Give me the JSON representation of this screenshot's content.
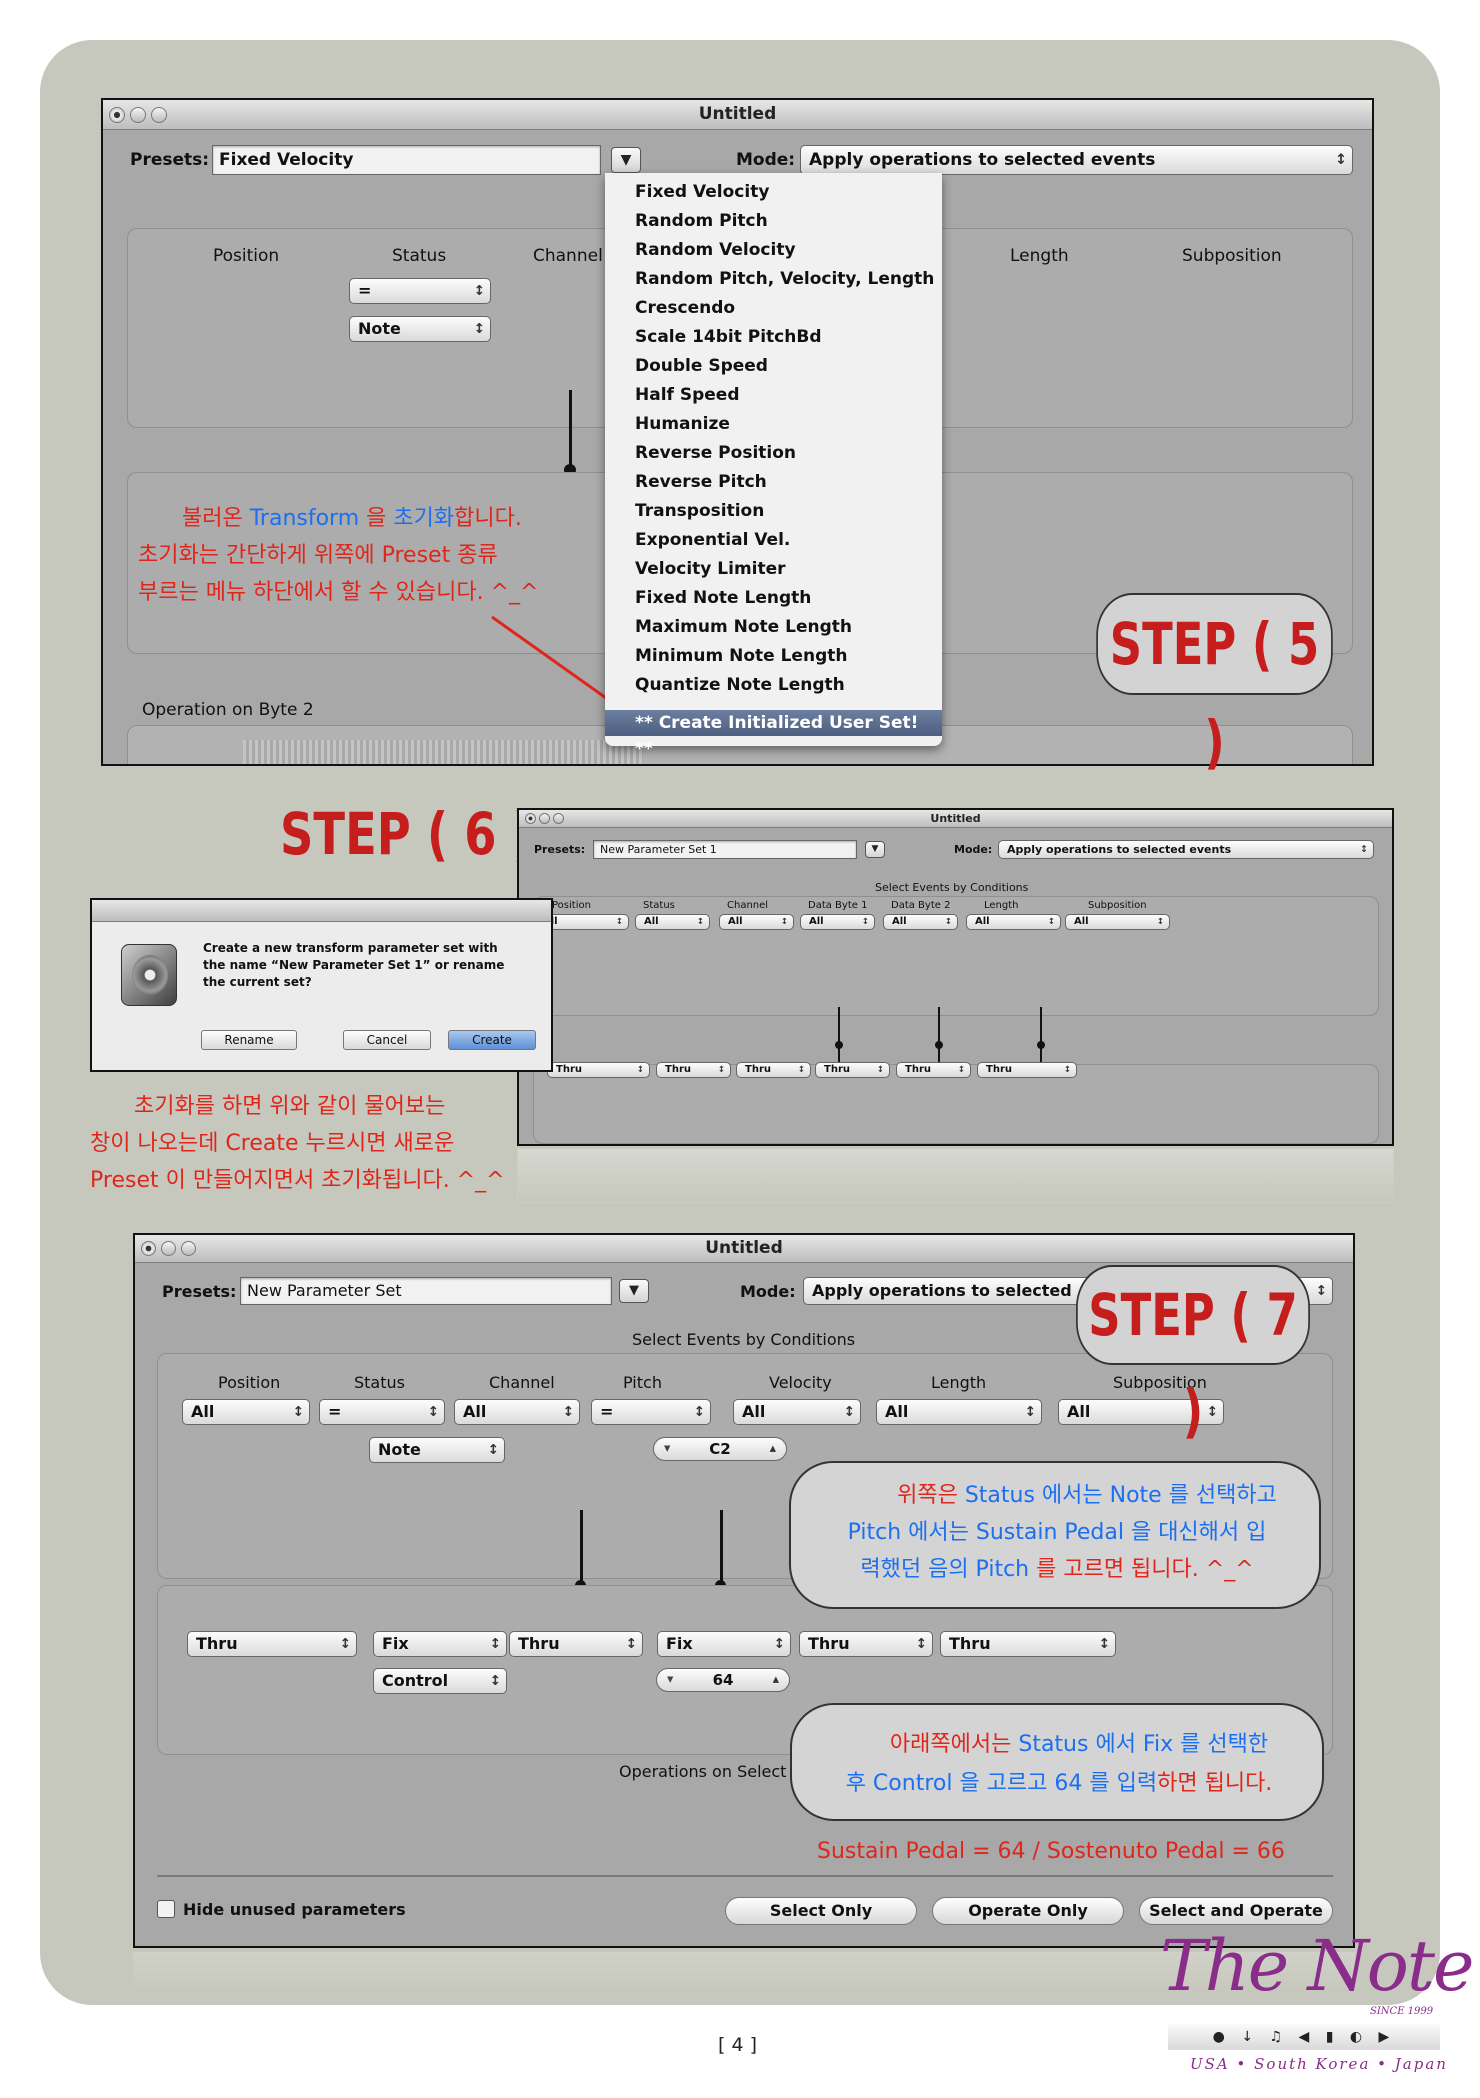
{
  "step5": {
    "window_title": "Untitled",
    "presets_label": "Presets:",
    "presets_value": "Fixed Velocity",
    "mode_label": "Mode:",
    "mode_value": "Apply operations to selected events",
    "columns": [
      "Position",
      "Status",
      "Channel",
      "Length",
      "Subposition"
    ],
    "status_eq": "=",
    "status_note": "Note",
    "operation_label": "Operation on Byte 2",
    "menu_items": [
      "Fixed Velocity",
      "Random Pitch",
      "Random Velocity",
      "Random Pitch, Velocity, Length",
      "Crescendo",
      "Scale 14bit PitchBd",
      "Double Speed",
      "Half Speed",
      "Humanize",
      "Reverse Position",
      "Reverse Pitch",
      "Transposition",
      "Exponential Vel.",
      "Velocity Limiter",
      "Fixed Note Length",
      "Maximum Note Length",
      "Minimum Note Length",
      "Quantize Note Length"
    ],
    "menu_highlight": "** Create Initialized User Set! **",
    "note_line1_a": "불러온 ",
    "note_line1_b": "Transform",
    "note_line1_c": " 을 ",
    "note_line1_d": "초기화",
    "note_line1_e": "합니다.",
    "note_line2": "초기화는 간단하게 위쪽에 Preset 종류",
    "note_line3": "부르는 메뉴 하단에서 할 수 있습니다. ^_^",
    "step_label": "STEP ( 5 )"
  },
  "step6": {
    "step_label": "STEP ( 6 )",
    "window_title": "Untitled",
    "presets_label": "Presets:",
    "presets_value": "New Parameter Set 1",
    "mode_label": "Mode:",
    "mode_value": "Apply operations to selected events",
    "section_title": "Select Events by Conditions",
    "columns": [
      "Position",
      "Status",
      "Channel",
      "Data Byte 1",
      "Data Byte 2",
      "Length",
      "Subposition"
    ],
    "cond_values": [
      "All",
      "All",
      "All",
      "All",
      "All",
      "All",
      "All"
    ],
    "op_values": [
      "Thru",
      "Thru",
      "Thru",
      "Thru",
      "Thru",
      "Thru"
    ],
    "dialog_text": "Create a new transform parameter set with the name “New Parameter Set 1” or rename the current set?",
    "rename": "Rename",
    "cancel": "Cancel",
    "create": "Create",
    "note_line1": "초기화를 하면 위와 같이 물어보는",
    "note_line2": "창이 나오는데 Create 누르시면 새로운",
    "note_line3": "Preset 이 만들어지면서 초기화됩니다. ^_^"
  },
  "step7": {
    "window_title": "Untitled",
    "presets_label": "Presets:",
    "presets_value": "New Parameter Set",
    "mode_label": "Mode:",
    "mode_value": "Apply operations to selected",
    "section_title": "Select Events by Conditions",
    "columns": [
      "Position",
      "Status",
      "Channel",
      "Pitch",
      "Velocity",
      "Length",
      "Subposition"
    ],
    "cond_values": [
      "All",
      "=",
      "All",
      "=",
      "All",
      "All",
      "All"
    ],
    "status_sub": "Note",
    "pitch_sub": "C2",
    "op_values": [
      "Thru",
      "Fix",
      "Thru",
      "Fix",
      "Thru",
      "Thru"
    ],
    "status_op_sub": "Control",
    "op_value_sub": "64",
    "operations_label": "Operations on Select",
    "hide_unused": "Hide unused parameters",
    "select_only": "Select Only",
    "operate_only": "Operate Only",
    "select_and_operate": "Select and Operate",
    "step_label": "STEP ( 7 )",
    "bubble1_l1_a": "위쪽은 ",
    "bubble1_l1_b": "Status 에서는 Note 를 선택하고",
    "bubble1_l2_a": "Pitch 에서는 Sustain Pedal 을 대신해서 입",
    "bubble1_l3_a": "력했던 음의 Pitch ",
    "bubble1_l3_b": "를 고르면 됩니다. ^_^",
    "bubble2_l1_a": "아래쪽에서는 ",
    "bubble2_l1_b": "Status 에서 Fix 를 선택한",
    "bubble2_l2_a": "후 Control 을 고르고 64 를 입력",
    "bubble2_l2_b": "하면 됩니다.",
    "pedal_note": "Sustain Pedal = 64 / Sostenuto Pedal = 66"
  },
  "footer": {
    "page_number": "[ 4 ]",
    "logo_text": "The Note",
    "since": "SINCE 1999",
    "countries": "USA • South Korea • Japan"
  },
  "colors": {
    "red": "#e0261b",
    "blue": "#1b6ff0",
    "step_red": "#c61d1d"
  }
}
